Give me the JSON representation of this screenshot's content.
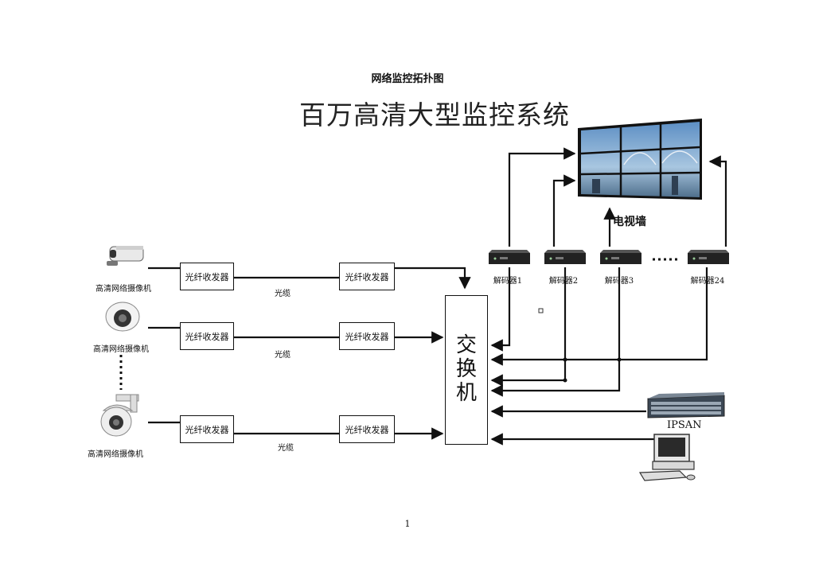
{
  "document": {
    "title": "网络监控拓扑图",
    "page_number": "1"
  },
  "diagram": {
    "title": "百万高清大型监控系统",
    "cameras": [
      {
        "label": "高清网络摄像机",
        "type": "bullet-camera"
      },
      {
        "label": "高清网络摄像机",
        "type": "dome-camera"
      },
      {
        "label": "高清网络摄像机",
        "type": "ptz-camera"
      }
    ],
    "transceiver_label": "光纤收发器",
    "cable_label": "光缆",
    "switch_label": [
      "交",
      "换",
      "机"
    ],
    "decoders": [
      "解码器1",
      "解码器2",
      "解码器3",
      "解码器24"
    ],
    "video_wall_label": "电视墙",
    "storage_label": "IPSAN",
    "icons": [
      "bullet-camera-icon",
      "dome-camera-icon",
      "ptz-camera-icon",
      "decoder-icon",
      "video-wall-icon",
      "storage-server-icon",
      "workstation-computer-icon"
    ]
  }
}
